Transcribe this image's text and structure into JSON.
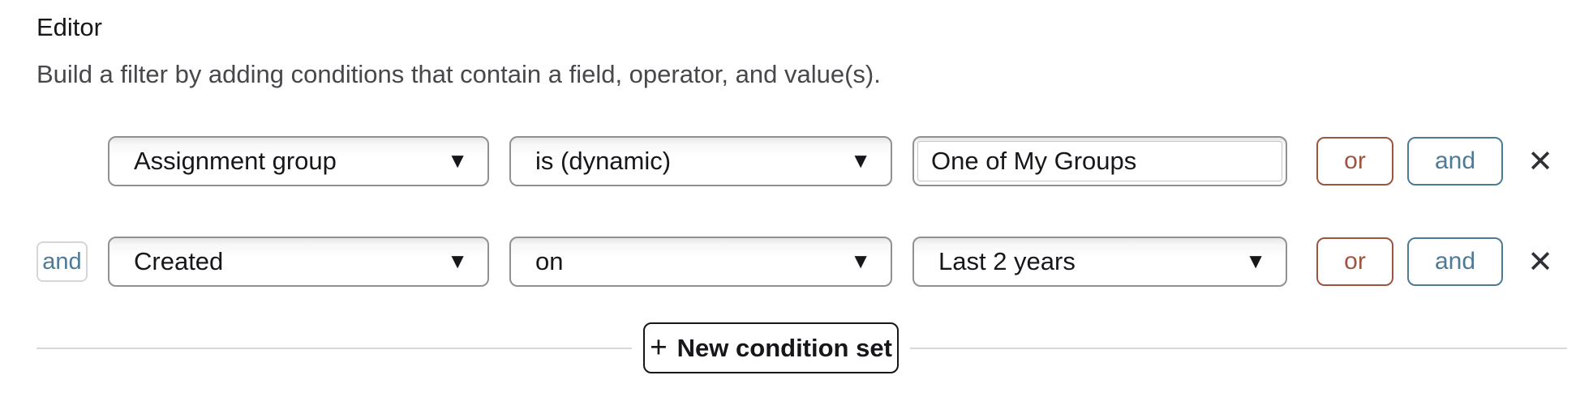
{
  "header": {
    "title": "Editor",
    "subtitle": "Build a filter by adding conditions that contain a field, operator, and value(s)."
  },
  "icons": {
    "caret_down": "▼",
    "close": "✕"
  },
  "colors": {
    "or_accent": "#9d5540",
    "and_accent": "#4f7a96",
    "field_border": "#919191",
    "divider": "#d8d8d8",
    "text": "#17171b",
    "subtitle_text": "#47474c"
  },
  "rows": [
    {
      "prefix": "",
      "field": "Assignment group",
      "operator": "is (dynamic)",
      "value": "One of My Groups",
      "or_label": "or",
      "and_label": "and"
    },
    {
      "prefix": "and",
      "field": "Created",
      "operator": "on",
      "value": "Last 2 years",
      "or_label": "or",
      "and_label": "and"
    }
  ],
  "footer": {
    "plus": "+",
    "new_condition_set": "New condition set"
  }
}
